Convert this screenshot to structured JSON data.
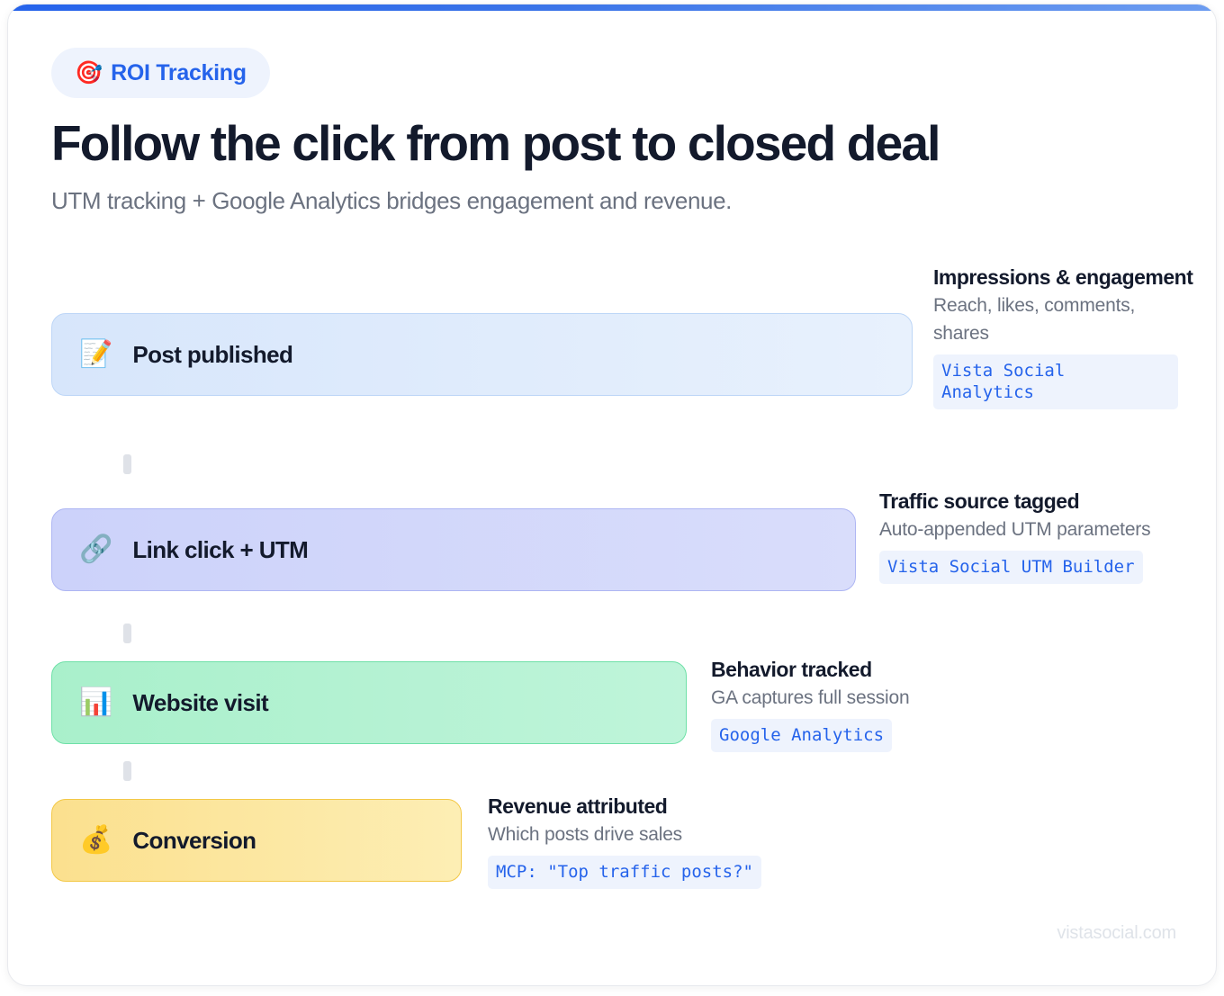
{
  "card": {
    "accent_color": "#2563eb",
    "footer_url": "vistasocial.com"
  },
  "badge": {
    "icon": "🎯",
    "icon_name": "target-icon",
    "label": "ROI Tracking"
  },
  "header": {
    "title": "Follow the click from post to closed deal",
    "subtitle": "UTM tracking + Google Analytics bridges engagement and revenue."
  },
  "funnel": {
    "steps": [
      {
        "icon": "📝",
        "icon_name": "memo-icon",
        "label": "Post published",
        "color": "#d7e6fb",
        "annotation": {
          "title": "Impressions & engagement",
          "desc": "Reach, likes, comments, shares",
          "chip": "Vista Social\nAnalytics"
        }
      },
      {
        "icon": "🔗",
        "icon_name": "link-icon",
        "label": "Link click + UTM",
        "color": "#ccd2fa",
        "annotation": {
          "title": "Traffic source tagged",
          "desc": "Auto-appended UTM parameters",
          "chip": "Vista Social UTM Builder"
        }
      },
      {
        "icon": "📊",
        "icon_name": "bar-chart-icon",
        "label": "Website visit",
        "color": "#a9f0cb",
        "annotation": {
          "title": "Behavior tracked",
          "desc": "GA captures full session",
          "chip": "Google Analytics"
        }
      },
      {
        "icon": "💰",
        "icon_name": "money-bag-icon",
        "label": "Conversion",
        "color": "#fbe08e",
        "annotation": {
          "title": "Revenue attributed",
          "desc": "Which posts drive sales",
          "chip": "MCP: \"Top traffic posts?\""
        }
      }
    ]
  }
}
